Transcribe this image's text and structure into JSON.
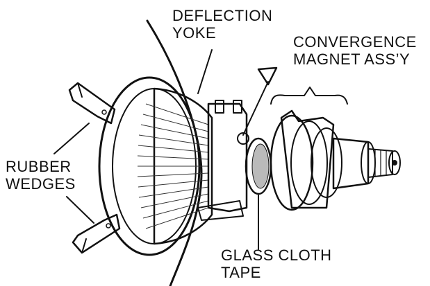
{
  "labels": {
    "deflection_yoke": [
      "DEFLECTION",
      "YOKE"
    ],
    "convergence_magnet": [
      "CONVERGENCE",
      "MAGNET ASS’Y"
    ],
    "rubber_wedges": [
      "RUBBER",
      "WEDGES"
    ],
    "glass_cloth_tape": [
      "GLASS CLOTH",
      "TAPE"
    ]
  },
  "colors": {
    "ink": "#111111",
    "background": "#ffffff"
  }
}
